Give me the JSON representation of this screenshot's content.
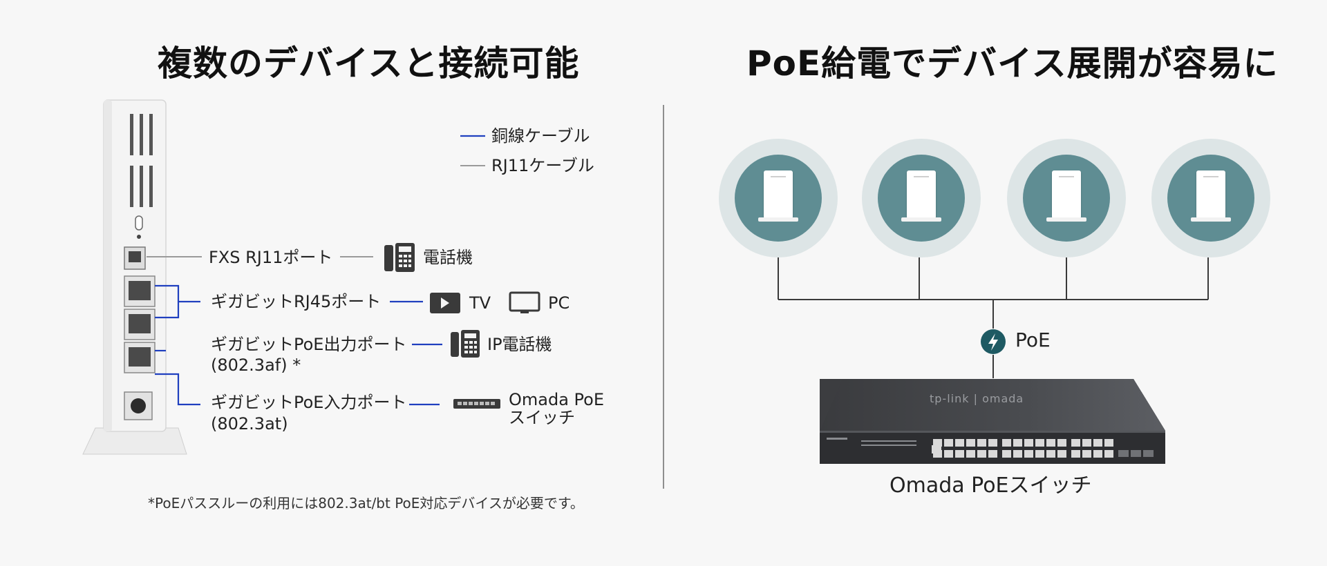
{
  "left": {
    "title": "複数のデバイスと接続可能",
    "legend": [
      {
        "label": "銅線ケーブル",
        "color": "#1f3fbf"
      },
      {
        "label": "RJ11ケーブル",
        "color": "#9a9a9a"
      }
    ],
    "ports": {
      "fxs": "FXS RJ11ポート",
      "rj45": "ギガビットRJ45ポート",
      "poe_out_1": "ギガビットPoE出力ポート",
      "poe_out_2": "(802.3af) *",
      "poe_in_1": "ギガビットPoE入力ポート",
      "poe_in_2": "(802.3at)"
    },
    "devices": {
      "phone": "電話機",
      "tv": "TV",
      "pc": "PC",
      "ip_phone": "IP電話機",
      "switch_1": "Omada PoE",
      "switch_2": "スイッチ"
    },
    "footnote": "*PoEパススルーの利用には802.3at/bt PoE対応デバイスが必要です。"
  },
  "right": {
    "title": "PoE給電でデバイス展開が容易に",
    "poe_label": "PoE",
    "switch_label": "Omada PoEスイッチ",
    "switch_brand": "tp-link | omada",
    "access_points": 4
  },
  "colors": {
    "copper": "#1f3fbf",
    "rj11": "#9a9a9a",
    "poe_icon": "#1e5a63",
    "ap_ring": "#dde5e6",
    "ap_fill": "#5f8d93"
  }
}
